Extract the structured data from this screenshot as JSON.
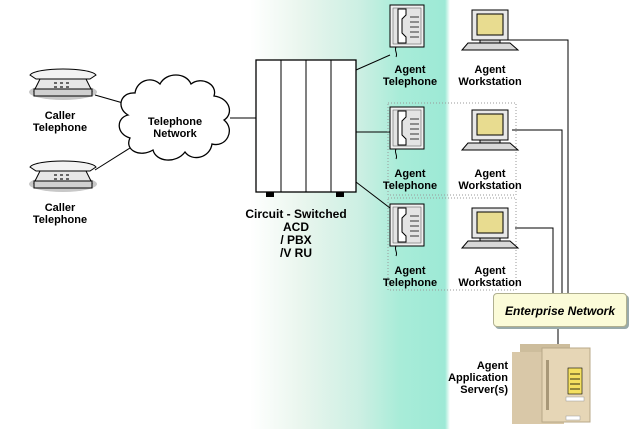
{
  "labels": {
    "caller_telephone_top": [
      "Caller",
      "Telephone"
    ],
    "caller_telephone_bottom": [
      "Caller",
      "Telephone"
    ],
    "telephone_network": [
      "Telephone",
      "Network"
    ],
    "acd": [
      "Circuit - Switched",
      "ACD",
      "/ PBX",
      "/V RU"
    ],
    "agent_telephone": [
      "Agent",
      "Telephone"
    ],
    "agent_workstation": [
      "Agent",
      "Workstation"
    ],
    "enterprise_network": "Enterprise Network",
    "agent_application_server": [
      "Agent",
      "Application",
      "Server(s)"
    ]
  },
  "colors": {
    "accent_green": "#9de9d6",
    "enterprise_box": "#fbfbd8",
    "server_body": "#d9c8a8",
    "monitor_screen": "#e8dc90"
  }
}
